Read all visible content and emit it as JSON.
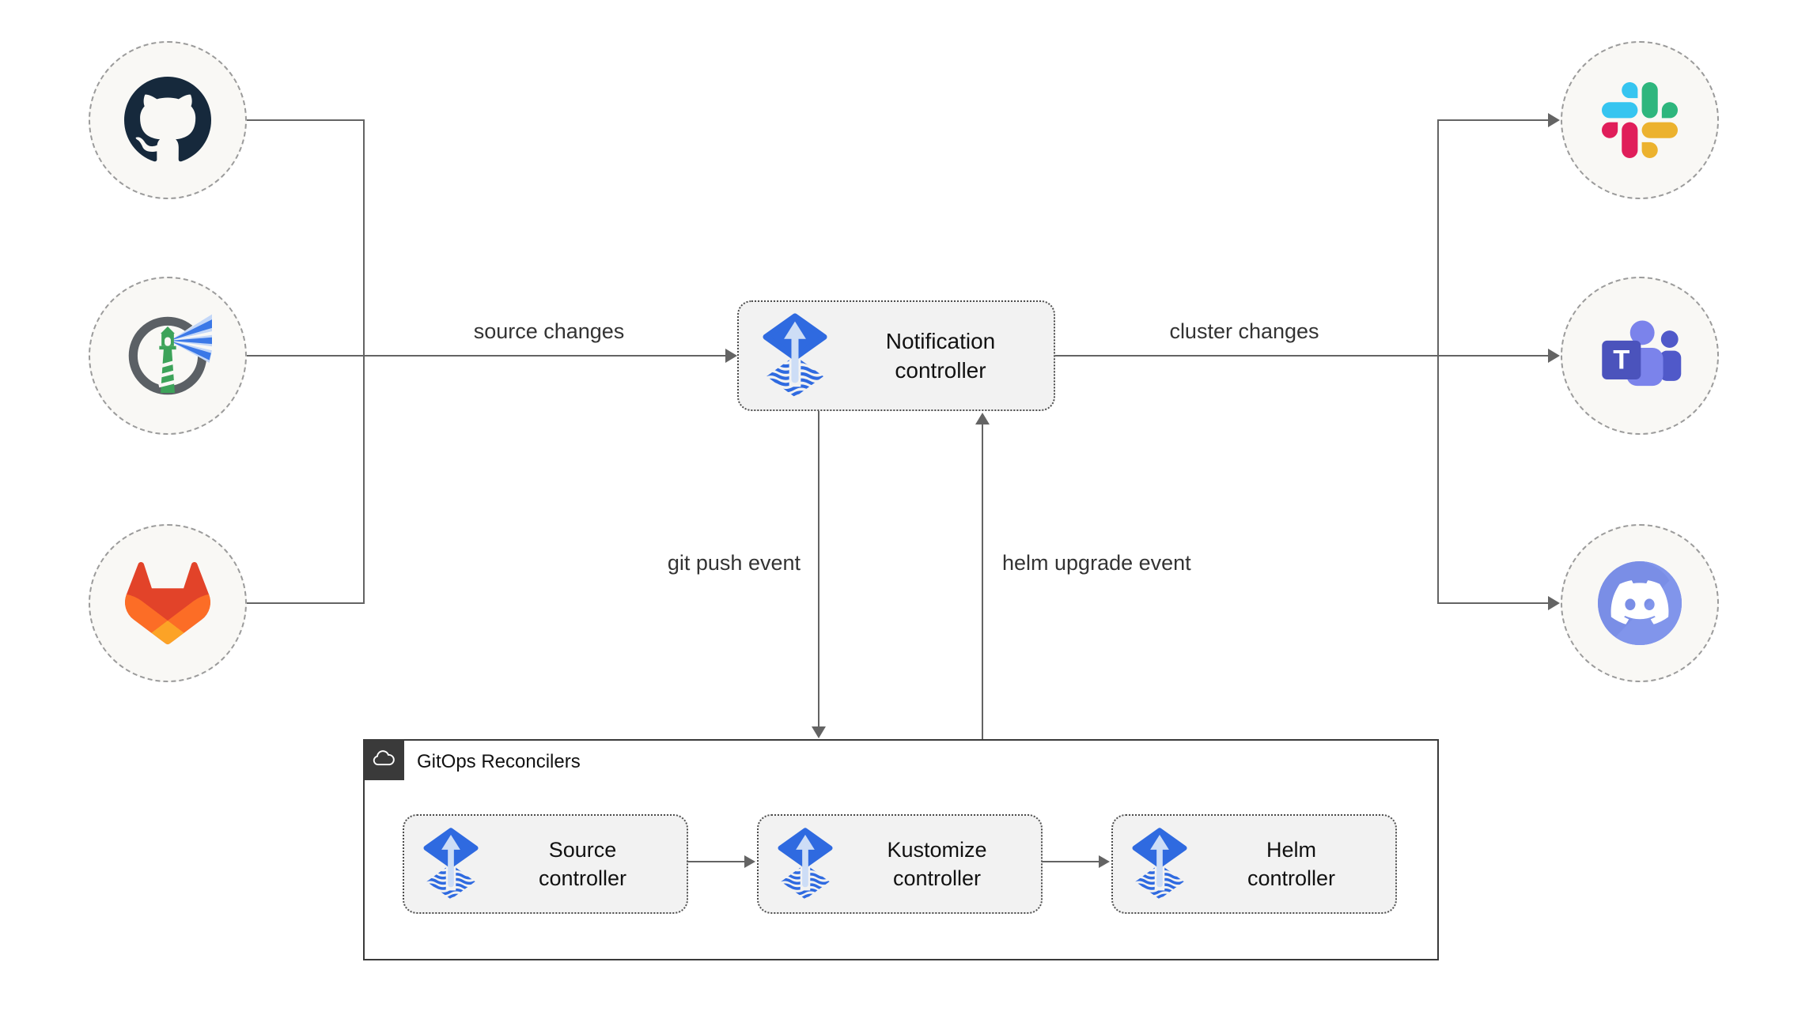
{
  "diagram": {
    "edge_labels": {
      "source_changes": "source changes",
      "cluster_changes": "cluster changes",
      "git_push_event": "git push event",
      "helm_upgrade_event": "helm upgrade event"
    },
    "notification_controller": {
      "label": "Notification\ncontroller"
    },
    "gitops_reconcilers": {
      "title": "GitOps Reconcilers",
      "controllers": [
        {
          "label": "Source\ncontroller"
        },
        {
          "label": "Kustomize\ncontroller"
        },
        {
          "label": "Helm\ncontroller"
        }
      ]
    },
    "source_icons": [
      "github",
      "harbor",
      "gitlab"
    ],
    "target_icons": [
      "slack",
      "microsoft-teams",
      "discord"
    ],
    "colors": {
      "flux_blue": "#2f6ae0",
      "flux_arrow_light": "#cdddf6",
      "edge_gray": "#646464",
      "node_fill": "#f2f2f2",
      "node_border": "#4d4d4d",
      "circle_fill": "#f9f8f5",
      "circle_border": "#9b9b9b",
      "group_border": "#3a3a3a",
      "label_text": "#333333",
      "github_dark": "#16293c",
      "harbor_green": "#3da35a",
      "harbor_ring_gray": "#5b6065",
      "harbor_beam_blue": "#3b78e7",
      "gitlab_red": "#e24329",
      "gitlab_orange": "#fc6d26",
      "gitlab_amber": "#fca326",
      "slack_blue": "#36c5f0",
      "slack_green": "#2eb67d",
      "slack_yellow": "#ecb22e",
      "slack_pink": "#e01e5a",
      "teams_dark": "#4b53bc",
      "teams_mid": "#7b83eb",
      "teams_deep": "#5059c9",
      "discord_blurple": "#7a8ee6"
    }
  }
}
